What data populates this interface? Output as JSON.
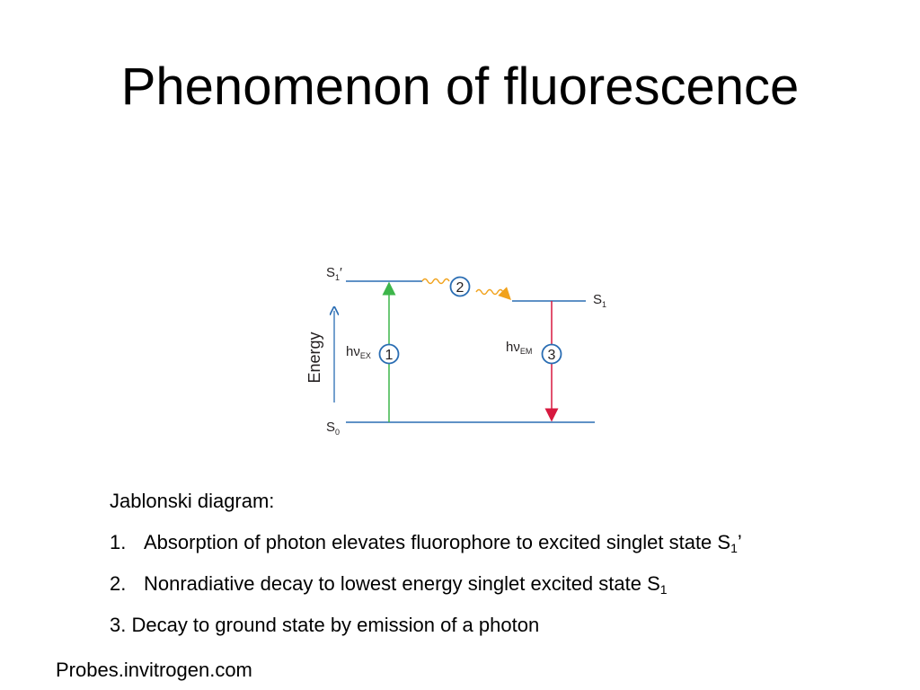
{
  "slide": {
    "title": "Phenomenon of fluorescence",
    "source": "Probes.invitrogen.com"
  },
  "diagram": {
    "axis_label": "Energy",
    "levels": {
      "s1_prime": {
        "letter": "S",
        "sub": "1",
        "suffix": "′"
      },
      "s1": {
        "letter": "S",
        "sub": "1"
      },
      "s0": {
        "letter": "S",
        "sub": "0"
      }
    },
    "excitation": {
      "h": "hν",
      "sub": "EX",
      "step": "1"
    },
    "relaxation": {
      "step": "2"
    },
    "emission": {
      "h": "hν",
      "sub": "EM",
      "step": "3"
    },
    "colors": {
      "level_line": "#2a6db3",
      "axis_arrow": "#2a6db3",
      "excitation_arrow": "#3db54a",
      "emission_arrow": "#d7193f",
      "relaxation_wave": "#f1a21c",
      "step_circle": "#2a6db3"
    }
  },
  "notes": {
    "heading": "Jablonski diagram:",
    "item1_num": "1.",
    "item1_text": "Absorption of photon elevates fluorophore to excited singlet state S",
    "item1_sub": "1",
    "item1_tail": "’",
    "item2_num": "2.",
    "item2_text": "Nonradiative decay to lowest energy singlet excited state S",
    "item2_sub": "1",
    "item3_text": "3. Decay to ground state by emission of a photon"
  }
}
